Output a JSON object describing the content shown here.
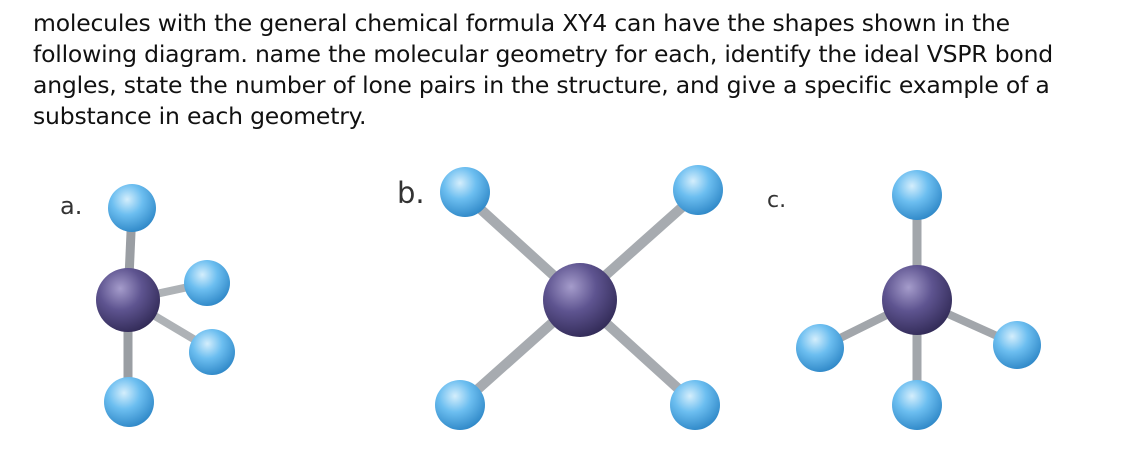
{
  "question": {
    "lines": [
      "molecules with the general chemical formula XY4 can have the shapes shown in the",
      "following diagram. name the molecular geometry for each, identify the ideal VSPR bond",
      "angles, state the number of lone pairs in the structure, and give a specific example of a",
      "substance in each geometry."
    ]
  },
  "structures": [
    {
      "label": "a."
    },
    {
      "label": "b."
    },
    {
      "label": "c."
    }
  ],
  "colors": {
    "central_atom": "#5e5490",
    "outer_atom": "#5ab3e8",
    "bond": "#b9bcc0"
  }
}
